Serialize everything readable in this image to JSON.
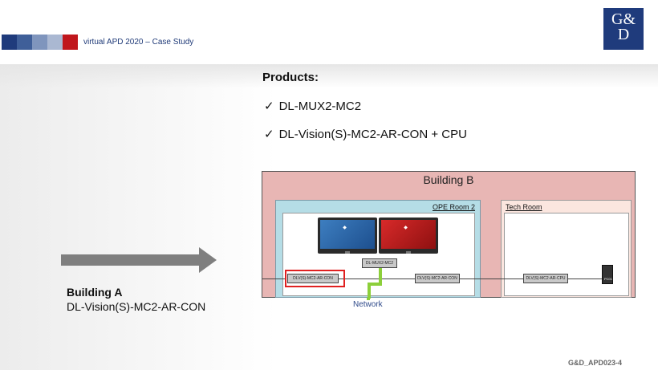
{
  "header": {
    "title": "virtual APD 2020 – Case Study",
    "square_colors": [
      "#1f3b7c",
      "#3f5f99",
      "#7f95bd",
      "#aab8d2",
      "#c0161c"
    ],
    "logo_line1": "G&",
    "logo_line2": "D"
  },
  "products": {
    "title": "Products:",
    "items": [
      "DL-MUX2-MC2",
      "DL-Vision(S)-MC2-AR-CON + CPU"
    ]
  },
  "building_a": {
    "title": "Building A",
    "device": "DL-Vision(S)-MC2-AR-CON"
  },
  "diagram": {
    "building_b": "Building B",
    "ope_room": "OPE Room 2",
    "tech_room": "Tech Room",
    "mux": "DL-MUX2-MC2",
    "con_left": "DLV(S)-MC2-AR-CON",
    "con_right": "DLV(S)-MC2-AR-CON",
    "cpu": "DLV(S)-MC2-AR-CPU",
    "pc_label": "PC01",
    "network": "Network",
    "colors": {
      "building": "#e8b6b4",
      "ope": "#b5dde6",
      "tech": "#fbe6df",
      "highlight": "#e02020",
      "network": "#8ccf3a"
    }
  },
  "footer": {
    "code": "G&D_APD023-4"
  }
}
